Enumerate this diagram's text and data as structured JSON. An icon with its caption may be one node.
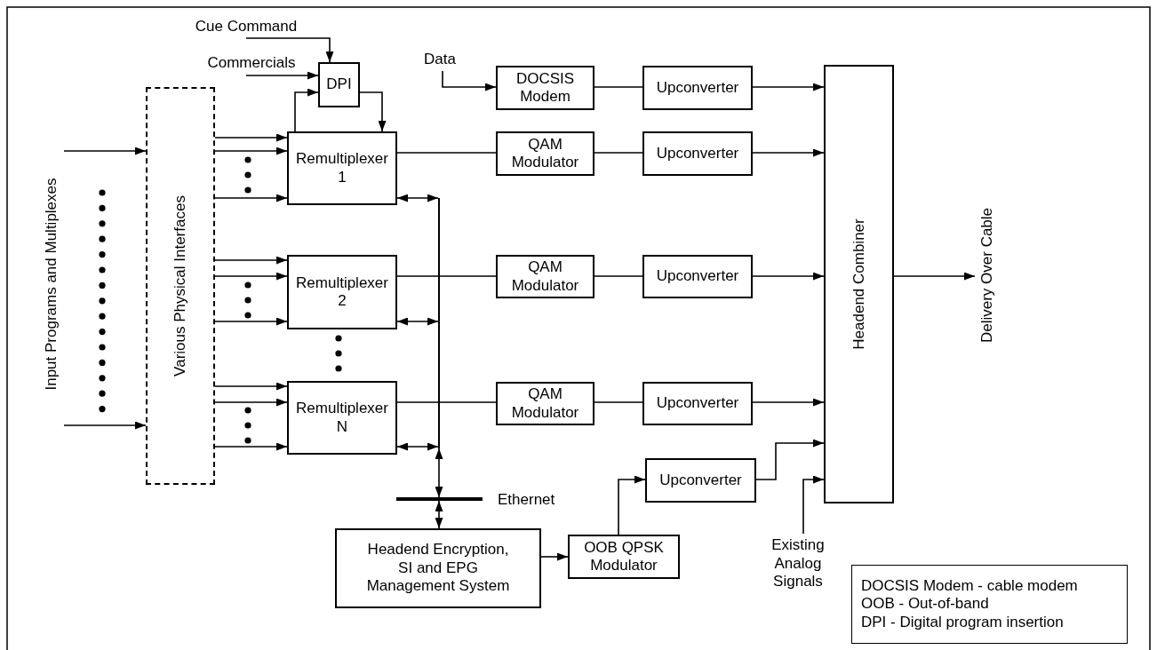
{
  "diagram": {
    "nodes": [
      {
        "text": [
          "Input Programs and Multiplexes"
        ]
      },
      {
        "text": [
          "Various Physical Interfaces"
        ]
      },
      {
        "text": [
          "Cue Command"
        ]
      },
      {
        "text": [
          "Commercials"
        ]
      },
      {
        "text": [
          "DPI"
        ]
      },
      {
        "text": [
          "Data"
        ]
      },
      {
        "text": [
          "Remultiplexer 1"
        ]
      },
      {
        "text": [
          "DOCSIS Modem"
        ]
      },
      {
        "text": [
          "Upconverter"
        ]
      },
      {
        "text": [
          "Headend Combiner"
        ]
      },
      {
        "text": [
          "Delivery Over Cable"
        ]
      },
      {
        "text": [
          "QAM Modulator"
        ]
      },
      {
        "text": [
          "Upconverter"
        ]
      },
      {
        "text": [
          "Remultiplexer 2"
        ]
      },
      {
        "text": [
          "QAM Modulator"
        ]
      },
      {
        "text": [
          "Upconverter"
        ]
      },
      {
        "text": [
          "Remultiplexer N"
        ]
      },
      {
        "text": [
          "QAM Modulator"
        ]
      },
      {
        "text": [
          "Upconverter"
        ]
      },
      {
        "text": [],
        "shape": "line"
      },
      {
        "text": [],
        "shape": "bar",
        "beside": [
          "Ethernet"
        ]
      },
      {
        "text": [
          "Headend Encryption, SI and EPG Management System"
        ]
      },
      {
        "text": [
          "OOB QPSK Modulator"
        ]
      },
      {
        "text": [
          "Upconverter"
        ]
      },
      {
        "text": [
          "Existing Analog Signals"
        ]
      },
      {
        "text": [
          "DOCSIS Modem - cable modem",
          "OOB - Out-of-band",
          "DPI - Digital program insertion"
        ]
      }
    ],
    "edges": [
      {
        "from": 0,
        "to": 1,
        "arrow": "to"
      },
      {
        "from": 0,
        "to": 1,
        "arrow": "to"
      },
      {
        "from": 2,
        "to": 4,
        "arrow": "to"
      },
      {
        "from": 3,
        "to": 4,
        "arrow": "to"
      },
      {
        "from": 6,
        "to": 4,
        "arrow": "to"
      },
      {
        "from": 4,
        "to": 6,
        "arrow": "to"
      },
      {
        "from": 5,
        "to": 7,
        "arrow": "to"
      },
      {
        "from": 7,
        "to": 8,
        "arrow": "none"
      },
      {
        "from": 8,
        "to": 9,
        "arrow": "to"
      },
      {
        "from": 1,
        "to": 6,
        "arrow": "to"
      },
      {
        "from": 1,
        "to": 6,
        "arrow": "to"
      },
      {
        "from": 1,
        "to": 6,
        "arrow": "to"
      },
      {
        "from": 6,
        "to": 11,
        "arrow": "none"
      },
      {
        "from": 11,
        "to": 12,
        "arrow": "none"
      },
      {
        "from": 12,
        "to": 9,
        "arrow": "to"
      },
      {
        "from": 6,
        "to": 19,
        "arrow": "both"
      },
      {
        "from": 1,
        "to": 13,
        "arrow": "to"
      },
      {
        "from": 1,
        "to": 13,
        "arrow": "to"
      },
      {
        "from": 1,
        "to": 13,
        "arrow": "to"
      },
      {
        "from": 13,
        "to": 14,
        "arrow": "none"
      },
      {
        "from": 14,
        "to": 15,
        "arrow": "none"
      },
      {
        "from": 15,
        "to": 9,
        "arrow": "to"
      },
      {
        "from": 13,
        "to": 19,
        "arrow": "both"
      },
      {
        "from": 1,
        "to": 16,
        "arrow": "to"
      },
      {
        "from": 1,
        "to": 16,
        "arrow": "to"
      },
      {
        "from": 1,
        "to": 16,
        "arrow": "to"
      },
      {
        "from": 16,
        "to": 17,
        "arrow": "none"
      },
      {
        "from": 17,
        "to": 18,
        "arrow": "none"
      },
      {
        "from": 18,
        "to": 9,
        "arrow": "to"
      },
      {
        "from": 16,
        "to": 19,
        "arrow": "both"
      },
      {
        "from": 19,
        "to": 20,
        "arrow": "both"
      },
      {
        "from": 20,
        "to": 21,
        "arrow": "both"
      },
      {
        "from": 21,
        "to": 22,
        "arrow": "to"
      },
      {
        "from": 22,
        "to": 23,
        "arrow": "to"
      },
      {
        "from": 23,
        "to": 9,
        "arrow": "to"
      },
      {
        "from": 24,
        "to": 9,
        "arrow": "to"
      },
      {
        "from": 9,
        "to": 10,
        "arrow": "to"
      }
    ]
  }
}
